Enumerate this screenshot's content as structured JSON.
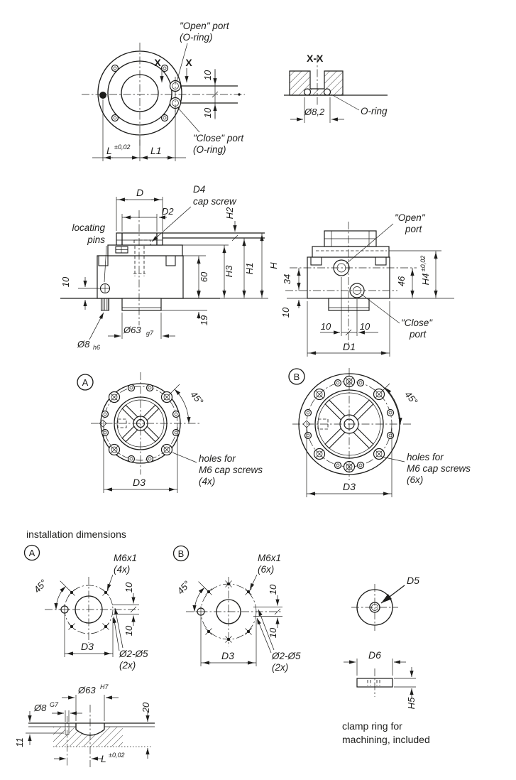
{
  "page": {
    "background": "#ffffff",
    "ink": "#1d1d1b"
  },
  "top_view": {
    "open_port_line1": "\"Open\" port",
    "open_port_line2": "(O-ring)",
    "close_port_line1": "\"Close\" port",
    "close_port_line2": "(O-ring)",
    "section_marker_left": "X",
    "section_marker_right": "X",
    "dim_offset_top": "10",
    "dim_offset_bottom": "10",
    "dim_L": "L",
    "dim_L_tolerance": "±0,02",
    "dim_L1": "L1"
  },
  "section_xx": {
    "title": "X-X",
    "dim_bore": "Ø8,2",
    "oring_label": "O-ring"
  },
  "side_view": {
    "dim_D": "D",
    "dim_D2": "D2",
    "cap_screw_line1": "D4",
    "cap_screw_line2": "cap screw",
    "locating_line1": "locating",
    "locating_line2": "pins",
    "dim_pin_offset": "10",
    "dim_pin_dia": "Ø8",
    "dim_pin_fit": "h6",
    "dim_spigot_dia": "Ø63",
    "dim_spigot_fit": "g7",
    "dim_60": "60",
    "dim_19": "19",
    "dim_H3": "H3",
    "dim_H1": "H1",
    "dim_H": "H",
    "dim_H2": "H2"
  },
  "front_view": {
    "open_line1": "\"Open\"",
    "open_line2": "port",
    "close_line1": "\"Close\"",
    "close_line2": "port",
    "dim_34": "34",
    "dim_10_left": "10",
    "dim_46": "46",
    "dim_H4": "H4",
    "dim_H4_tolerance": "±0,02",
    "dim_10_a": "10",
    "dim_10_b": "10",
    "dim_D1": "D1"
  },
  "view_a": {
    "label": "A",
    "dim_angle": "45°",
    "dim_D3": "D3",
    "holes_line1": "holes for",
    "holes_line2": "M6 cap screws",
    "holes_line3": "(4x)"
  },
  "view_b": {
    "label": "B",
    "dim_angle": "45°",
    "dim_D3": "D3",
    "holes_line1": "holes for",
    "holes_line2": "M6 cap screws",
    "holes_line3": "(6x)"
  },
  "installation": {
    "title": "installation dimensions",
    "a": {
      "label": "A",
      "thread_line1": "M6x1",
      "thread_line2": "(4x)",
      "dim_angle": "45°",
      "dim_D3": "D3",
      "dim_10_top": "10",
      "dim_10_bottom": "10",
      "pin_line1": "Ø2-Ø5",
      "pin_line2": "(2x)"
    },
    "b": {
      "label": "B",
      "thread_line1": "M6x1",
      "thread_line2": "(6x)",
      "dim_angle": "45°",
      "dim_D3": "D3",
      "dim_10_top": "10",
      "dim_10_bottom": "10",
      "pin_line1": "Ø2-Ø5",
      "pin_line2": "(2x)"
    },
    "bore_section": {
      "dim_bore": "Ø63",
      "dim_bore_fit": "H7",
      "dim_pin": "Ø8",
      "dim_pin_fit": "G7",
      "dim_depth": "20",
      "dim_pin_depth": "11",
      "dim_L": "L",
      "dim_L_tolerance": "±0,02"
    }
  },
  "clamp_ring": {
    "dim_D5": "D5",
    "dim_D6": "D6",
    "dim_H5": "H5",
    "caption_line1": "clamp ring for",
    "caption_line2": "machining, included"
  }
}
